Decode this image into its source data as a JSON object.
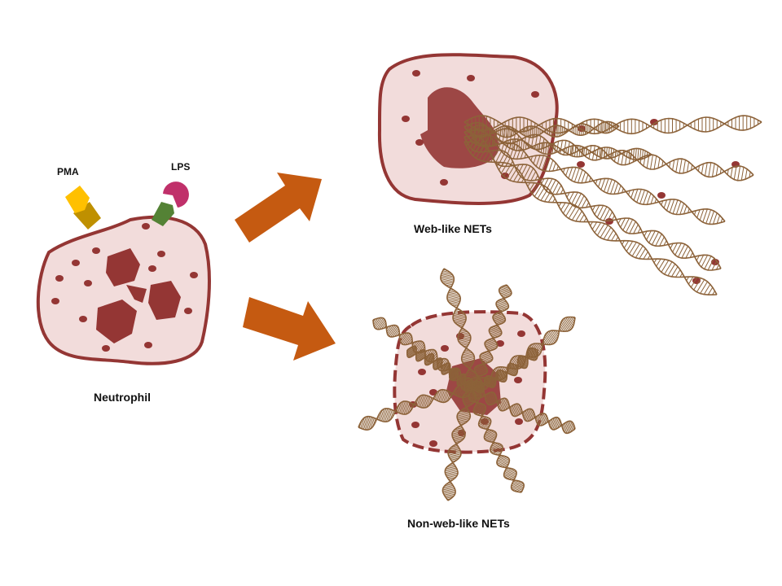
{
  "labels": {
    "pma": "PMA",
    "lps": "LPS",
    "neutrophil": "Neutrophil",
    "web_like": "Web-like NETs",
    "non_web_like": "Non-web-like NETs"
  },
  "colors": {
    "cell_fill": "#F2DCDB",
    "cell_border": "#943634",
    "nucleus": "#943634",
    "arrow": "#C55A11",
    "pma": "#FFC000",
    "pma_receptor": "#BF9000",
    "lps": "#C0306A",
    "lps_receptor": "#548235",
    "dna": "#8C6239"
  }
}
